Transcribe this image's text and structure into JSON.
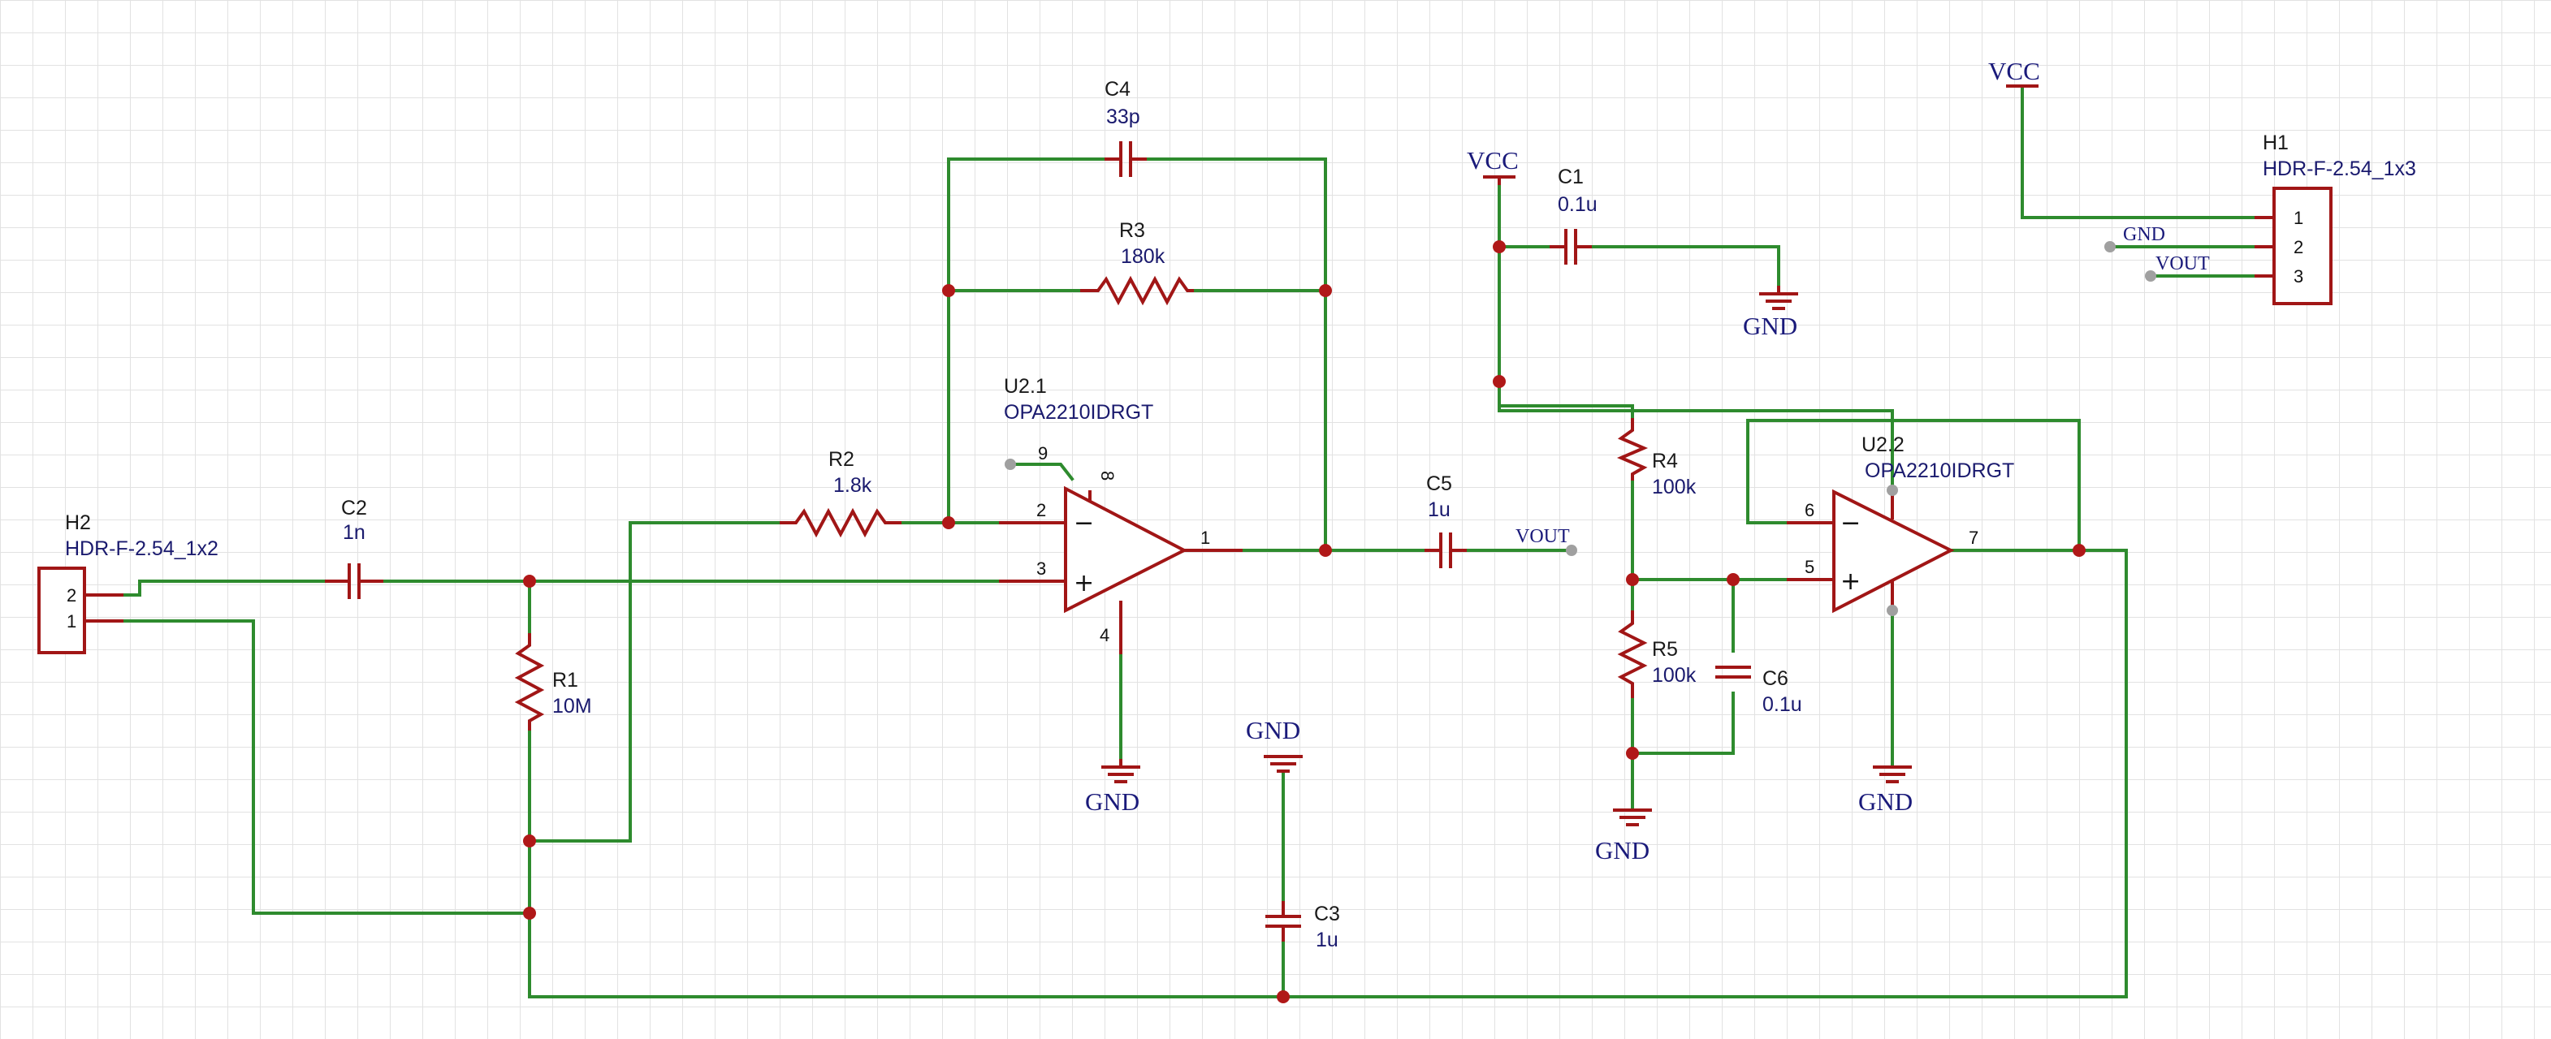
{
  "components": {
    "h2": {
      "designator": "H2",
      "value": "HDR-F-2.54_1x2",
      "pins": [
        "2",
        "1"
      ]
    },
    "h1": {
      "designator": "H1",
      "value": "HDR-F-2.54_1x3",
      "pins": [
        "1",
        "2",
        "3"
      ]
    },
    "c1": {
      "designator": "C1",
      "value": "0.1u"
    },
    "c2": {
      "designator": "C2",
      "value": "1n"
    },
    "c3": {
      "designator": "C3",
      "value": "1u"
    },
    "c4": {
      "designator": "C4",
      "value": "33p"
    },
    "c5": {
      "designator": "C5",
      "value": "1u"
    },
    "c6": {
      "designator": "C6",
      "value": "0.1u"
    },
    "r1": {
      "designator": "R1",
      "value": "10M"
    },
    "r2": {
      "designator": "R2",
      "value": "1.8k"
    },
    "r3": {
      "designator": "R3",
      "value": "180k"
    },
    "r4": {
      "designator": "R4",
      "value": "100k"
    },
    "r5": {
      "designator": "R5",
      "value": "100k"
    },
    "u21": {
      "designator": "U2.1",
      "value": "OPA2210IDRGT",
      "pins": {
        "p9": "9",
        "p8": "8",
        "p2": "2",
        "p3": "3",
        "p1": "1",
        "p4": "4"
      },
      "minus": "−",
      "plus": "+"
    },
    "u22": {
      "designator": "U2.2",
      "value": "OPA2210IDRGT",
      "pins": {
        "p6": "6",
        "p5": "5",
        "p7": "7"
      },
      "minus": "−",
      "plus": "+"
    }
  },
  "nets": {
    "vcc": "VCC",
    "gnd": "GND",
    "vout": "VOUT"
  },
  "colors": {
    "wire": "#2e8b2e",
    "part": "#a11616",
    "junction": "#b01818",
    "label": "#1a1a6e",
    "net_label": "#1a1a7a",
    "grid": "#e2e2e2"
  }
}
